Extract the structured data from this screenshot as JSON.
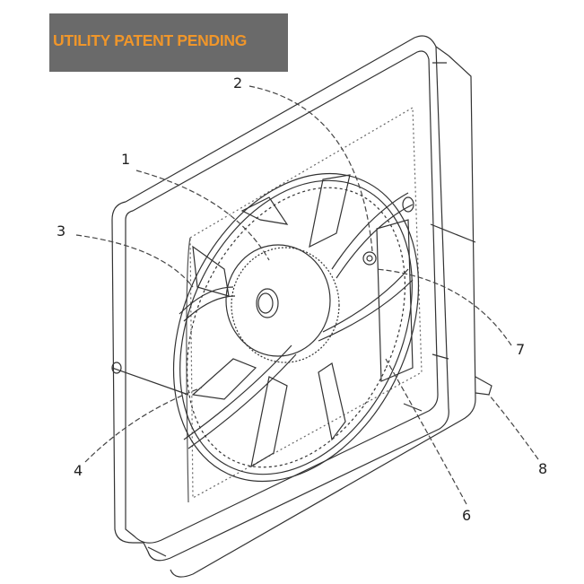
{
  "banner": {
    "text": "UTILITY PATENT PENDING",
    "background": "#6a6a6a",
    "text_color": "#f0962a"
  },
  "reference_numerals": [
    "1",
    "2",
    "3",
    "4",
    "6",
    "7",
    "8"
  ]
}
